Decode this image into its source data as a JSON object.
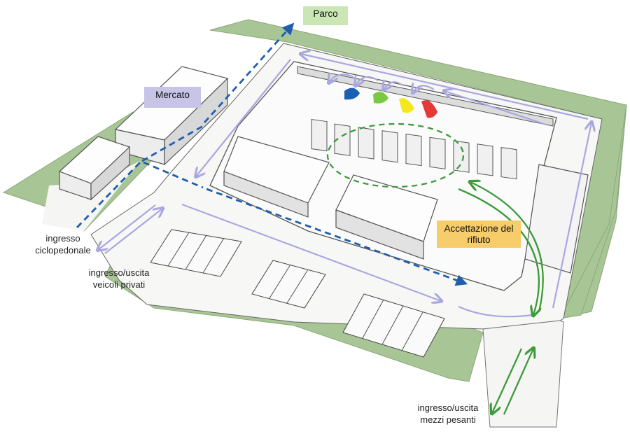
{
  "labels": {
    "parco": "Parco",
    "mercato": "Mercato",
    "accettazione": "Accettazione del rifiuto",
    "ciclopedonale_line1": "ingresso",
    "ciclopedonale_line2": "ciclopedonale",
    "privati_line1": "ingresso/uscita",
    "privati_line2": "veicoli  privati",
    "mezzi_line1": "ingresso/uscita",
    "mezzi_line2": "mezzi pesanti"
  },
  "colors": {
    "green_area": "#a8c596",
    "parco_tag": "#c9e6b4",
    "mercato_tag": "#c8c4e8",
    "accettazione_tag": "#f7cd6b",
    "private_flow": "#a9a7e0",
    "bike_path": "#1f5fae",
    "heavy_flow": "#3d9a3a",
    "bin_blue": "#1a5fb4",
    "bin_green": "#7ac943",
    "bin_yellow": "#f4e81c",
    "bin_red": "#e53935"
  }
}
